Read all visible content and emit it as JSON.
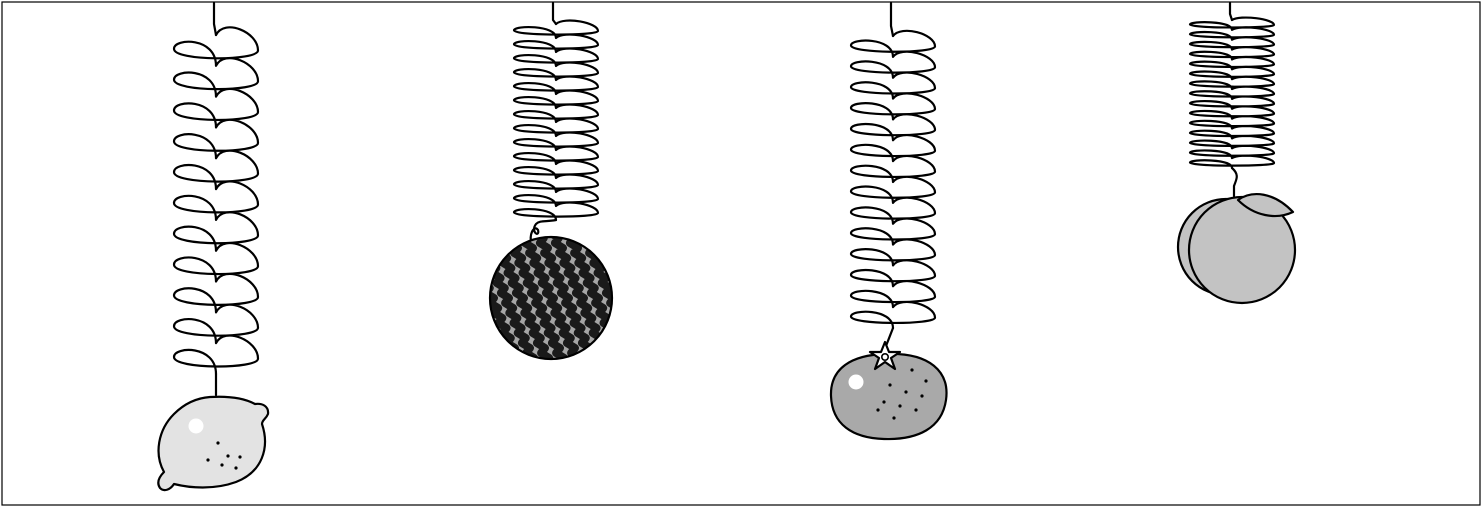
{
  "figure": {
    "fruits": [
      {
        "id": "lemon",
        "icon": "lemon-icon",
        "fill": "#e3e3e3"
      },
      {
        "id": "watermelon",
        "icon": "watermelon-icon",
        "fill": "#a6a6a6",
        "stripe": "#1a1a1a"
      },
      {
        "id": "orange",
        "icon": "orange-icon",
        "fill": "#a9a9a9"
      },
      {
        "id": "peach",
        "icon": "peach-icon",
        "fill": "#c3c3c3"
      }
    ],
    "colors": {
      "background": "#ffffff",
      "ink": "#000000",
      "highlight": "#ffffff"
    }
  }
}
